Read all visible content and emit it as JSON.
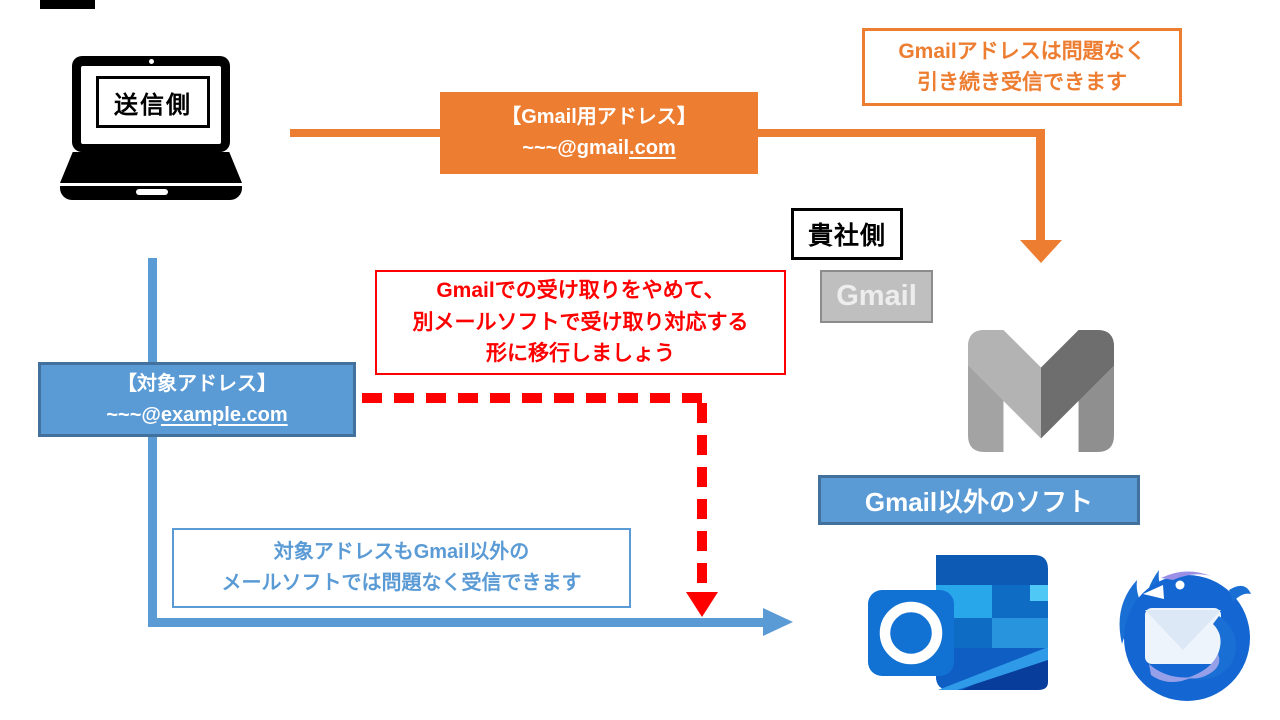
{
  "colors": {
    "orange": "#ED7D31",
    "blue": "#5B9BD5",
    "blue_border": "#41719C",
    "red": "#FF0000",
    "gray_fill": "#BFBFBF",
    "gray_border": "#8C8C8C",
    "black": "#000000"
  },
  "labels": {
    "sender": "送信側",
    "company": "貴社側",
    "gmail": "Gmail",
    "other_software": "Gmail以外のソフト"
  },
  "gmail_address_box": {
    "title": "【Gmail用アドレス】",
    "address_prefix": "~~~@gmail",
    "address_underlined": ".com"
  },
  "target_address_box": {
    "title": "【対象アドレス】",
    "address_prefix": "~~~@",
    "address_underlined": "example.com"
  },
  "notes": {
    "gmail_keep": {
      "line1": "Gmailアドレスは問題なく",
      "line2": "引き続き受信できます"
    },
    "migration": {
      "line1": "Gmailでの受け取りをやめて、",
      "line2": "別メールソフトで受け取り対応する",
      "line3": "形に移行しましょう"
    },
    "target_ok": {
      "line1": "対象アドレスもGmail以外の",
      "line2": "メールソフトでは問題なく受信できます"
    }
  },
  "icons": {
    "laptop": "laptop-icon",
    "gmail_m": "gmail-logo",
    "outlook": "outlook-logo",
    "thunderbird": "thunderbird-logo"
  }
}
